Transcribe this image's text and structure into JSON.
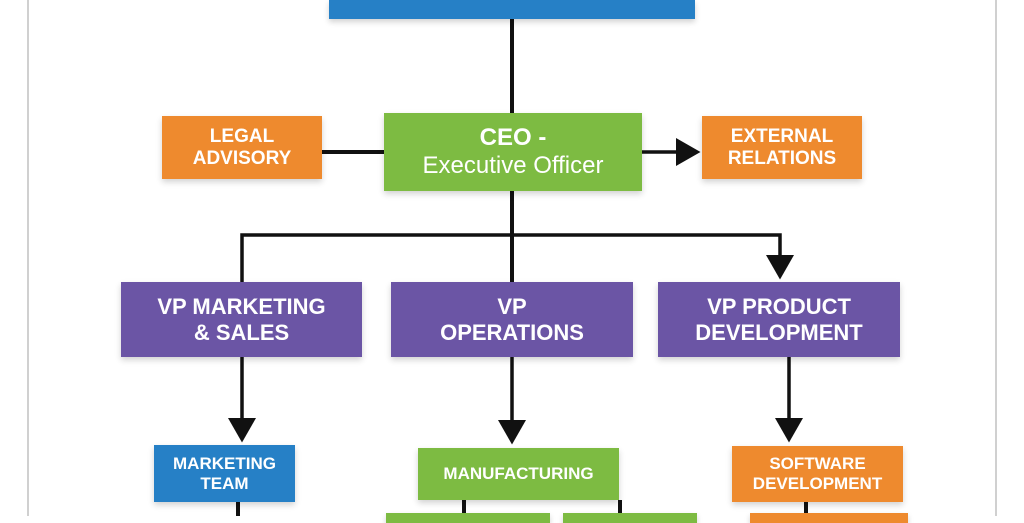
{
  "colors": {
    "orange": "#ee8a2e",
    "green": "#7dbb42",
    "purple": "#6b55a5",
    "blue": "#2680c6",
    "line": "#111111"
  },
  "nodes": {
    "top": "",
    "legal": "LEGAL\nADVISORY",
    "ceo_line1": "CEO -",
    "ceo_line2": "Executive Officer",
    "external": "EXTERNAL\nRELATIONS",
    "vp_marketing": "VP MARKETING\n& SALES",
    "vp_operations": "VP\nOPERATIONS",
    "vp_product": "VP PRODUCT\nDEVELOPMENT",
    "marketing_team": "MARKETING\nTEAM",
    "manufacturing": "MANUFACTURING",
    "software": "SOFTWARE\nDEVELOPMENT"
  }
}
